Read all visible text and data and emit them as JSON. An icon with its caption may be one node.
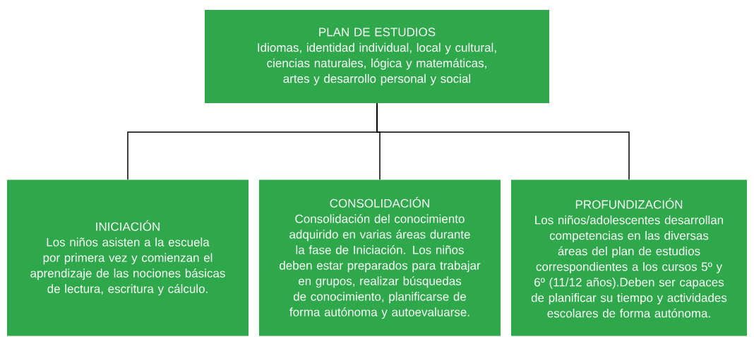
{
  "diagram": {
    "nodes": [
      {
        "text": [
          "PLAN DE ESTUDIOS",
          "Idiomas, identidad individual, local y cultural, ciencias naturales, lógica y matemáticas, artes y desarrollo personal y social"
        ]
      },
      {
        "text": [
          "INICIACIÓN",
          "Los niños asisten a la escuela por primera vez y comienzan el aprendizaje de las nociones básicas de lectura, escritura y cálculo."
        ]
      },
      {
        "text": [
          "CONSOLIDACIÓN",
          "Consolidación del conocimiento adquirido en varias áreas durante la fase de Iniciación. Los niños deben estar preparados para trabajar en grupos, realizar búsquedas de conocimiento, planificarse de forma autónoma y autoevaluarse."
        ]
      },
      {
        "text": [
          "PROFUNDIZACIÓN",
          "Los niños/adolescentes desarrollan competencias en las diversas áreas del plan de estudios correspondientes a los cursos 5º y 6º (11/12 años).Deben ser capaces de planificar su tiempo y actividades escolares de forma autónoma."
        ]
      }
    ],
    "edges": [
      {
        "from": 0,
        "to": 1,
        "arrow": "none"
      },
      {
        "from": 0,
        "to": 2,
        "arrow": "none"
      },
      {
        "from": 0,
        "to": 3,
        "arrow": "none"
      }
    ]
  }
}
